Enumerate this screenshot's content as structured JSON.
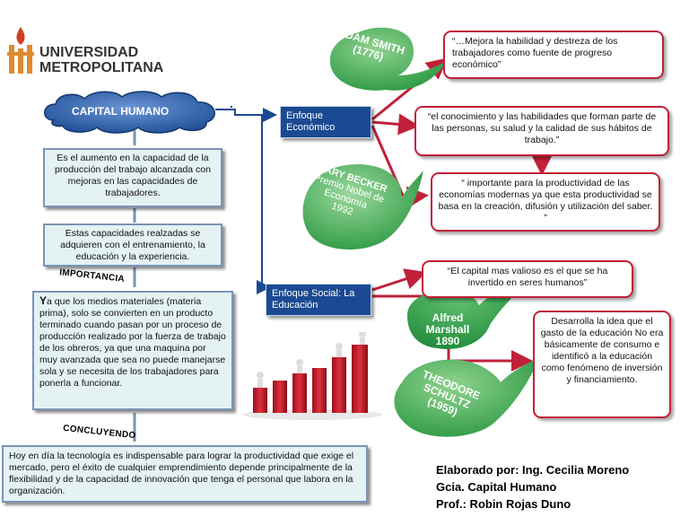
{
  "logo": {
    "line1": "UNIVERSIDAD",
    "line2": "METROPOLITANA"
  },
  "colors": {
    "navy": "#1b4a92",
    "red": "#c0213a",
    "green": "#4cb357",
    "teal_box": "#e4f2f4",
    "cloud": "#3467b8"
  },
  "capital_humano": "CAPITAL HUMANO",
  "definition": "Es el aumento en la capacidad de la producción del trabajo alcanzada con mejoras en las capacidades de trabajadores.",
  "capacidades": "Estas capacidades realzadas se adquieren con el entrenamiento, la educación y la experiencia.",
  "importancia_label": "IMPORTANCIA",
  "importancia_first": "Y",
  "importancia_text": "a que los medios materiales (materia prima), solo se convierten en un producto terminado cuando pasan por un proceso de producción realizado por la fuerza de trabajo de los obreros, ya que una maquina por muy avanzada que sea no puede manejarse sola y se necesita de los trabajadores para ponerla a funcionar.",
  "concluyendo_label": "CONCLUYENDO",
  "conclusion": "Hoy en día la tecnología es indispensable para lograr la productividad que exige el mercado, pero el éxito de cualquier emprendimiento depende principalmente de la flexibilidad y de la capacidad de innovación que tenga el personal que labora en la organización.",
  "enfoque_economico": "Enfoque Económico",
  "enfoque_social": "Enfoque Social: La Educación",
  "authors": {
    "smith": {
      "name": "ADAM SMITH",
      "year": "(1776)"
    },
    "becker": {
      "name": "GARY BECKER",
      "note": "Premio Nobel de Economía",
      "year": "1992"
    },
    "marshall": {
      "name": "Alfred Marshall",
      "year": "1890"
    },
    "schultz": {
      "name": "THEODORE SCHULTZ",
      "year": "(1959)"
    }
  },
  "quotes": {
    "smith": "“…Mejora la habilidad y destreza de los trabajadores como fuente de progreso económico”",
    "conocimiento": "“el conocimiento y las habilidades que forman parte de las personas, su salud y la calidad de sus hábitos de trabajo.”",
    "becker": "“ importante para la productividad de las economías modernas ya que esta productividad se basa en la creación, difusión y utilización del saber. ”",
    "marshall": "“El capital mas valioso es el que se ha invertido en seres humanos”",
    "schultz": "Desarrolla la idea que el gasto de la educación No era básicamente de consumo e identificó a la educación como fenómeno de inversión y financiamiento."
  },
  "credits": {
    "author": "Elaborado por: Ing. Cecilia Moreno",
    "course": "Gcia. Capital Humano",
    "prof": "Prof.: Robin Rojas Duno"
  }
}
